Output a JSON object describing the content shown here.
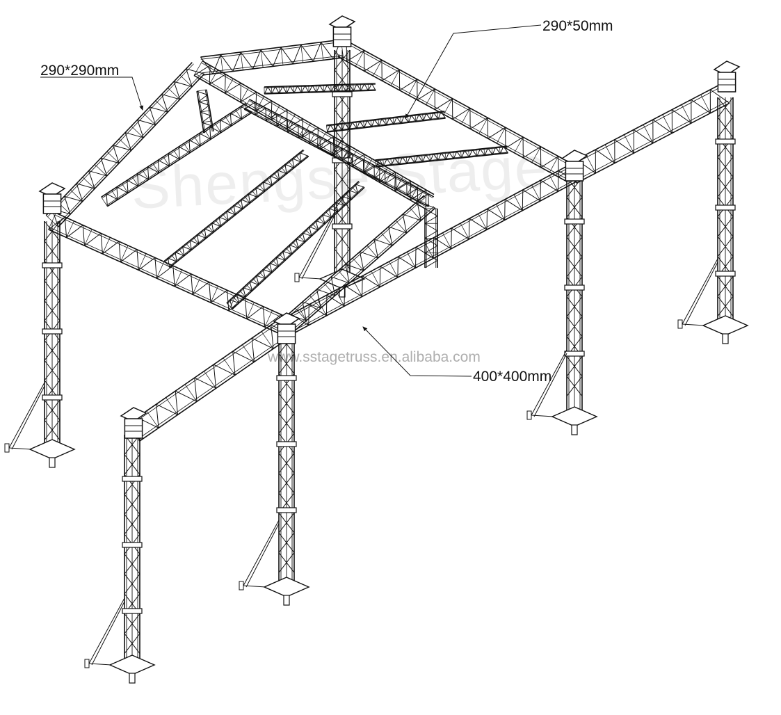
{
  "labels": {
    "top_left": "290*290mm",
    "top_right": "290*50mm",
    "bottom": "400*400mm"
  },
  "watermark": {
    "brand": "Shengse Stage",
    "url": "www.sstagetruss.en.alibaba.com"
  },
  "colors": {
    "line": "#111111",
    "background": "#ffffff",
    "watermark": "#9a9a9a"
  }
}
